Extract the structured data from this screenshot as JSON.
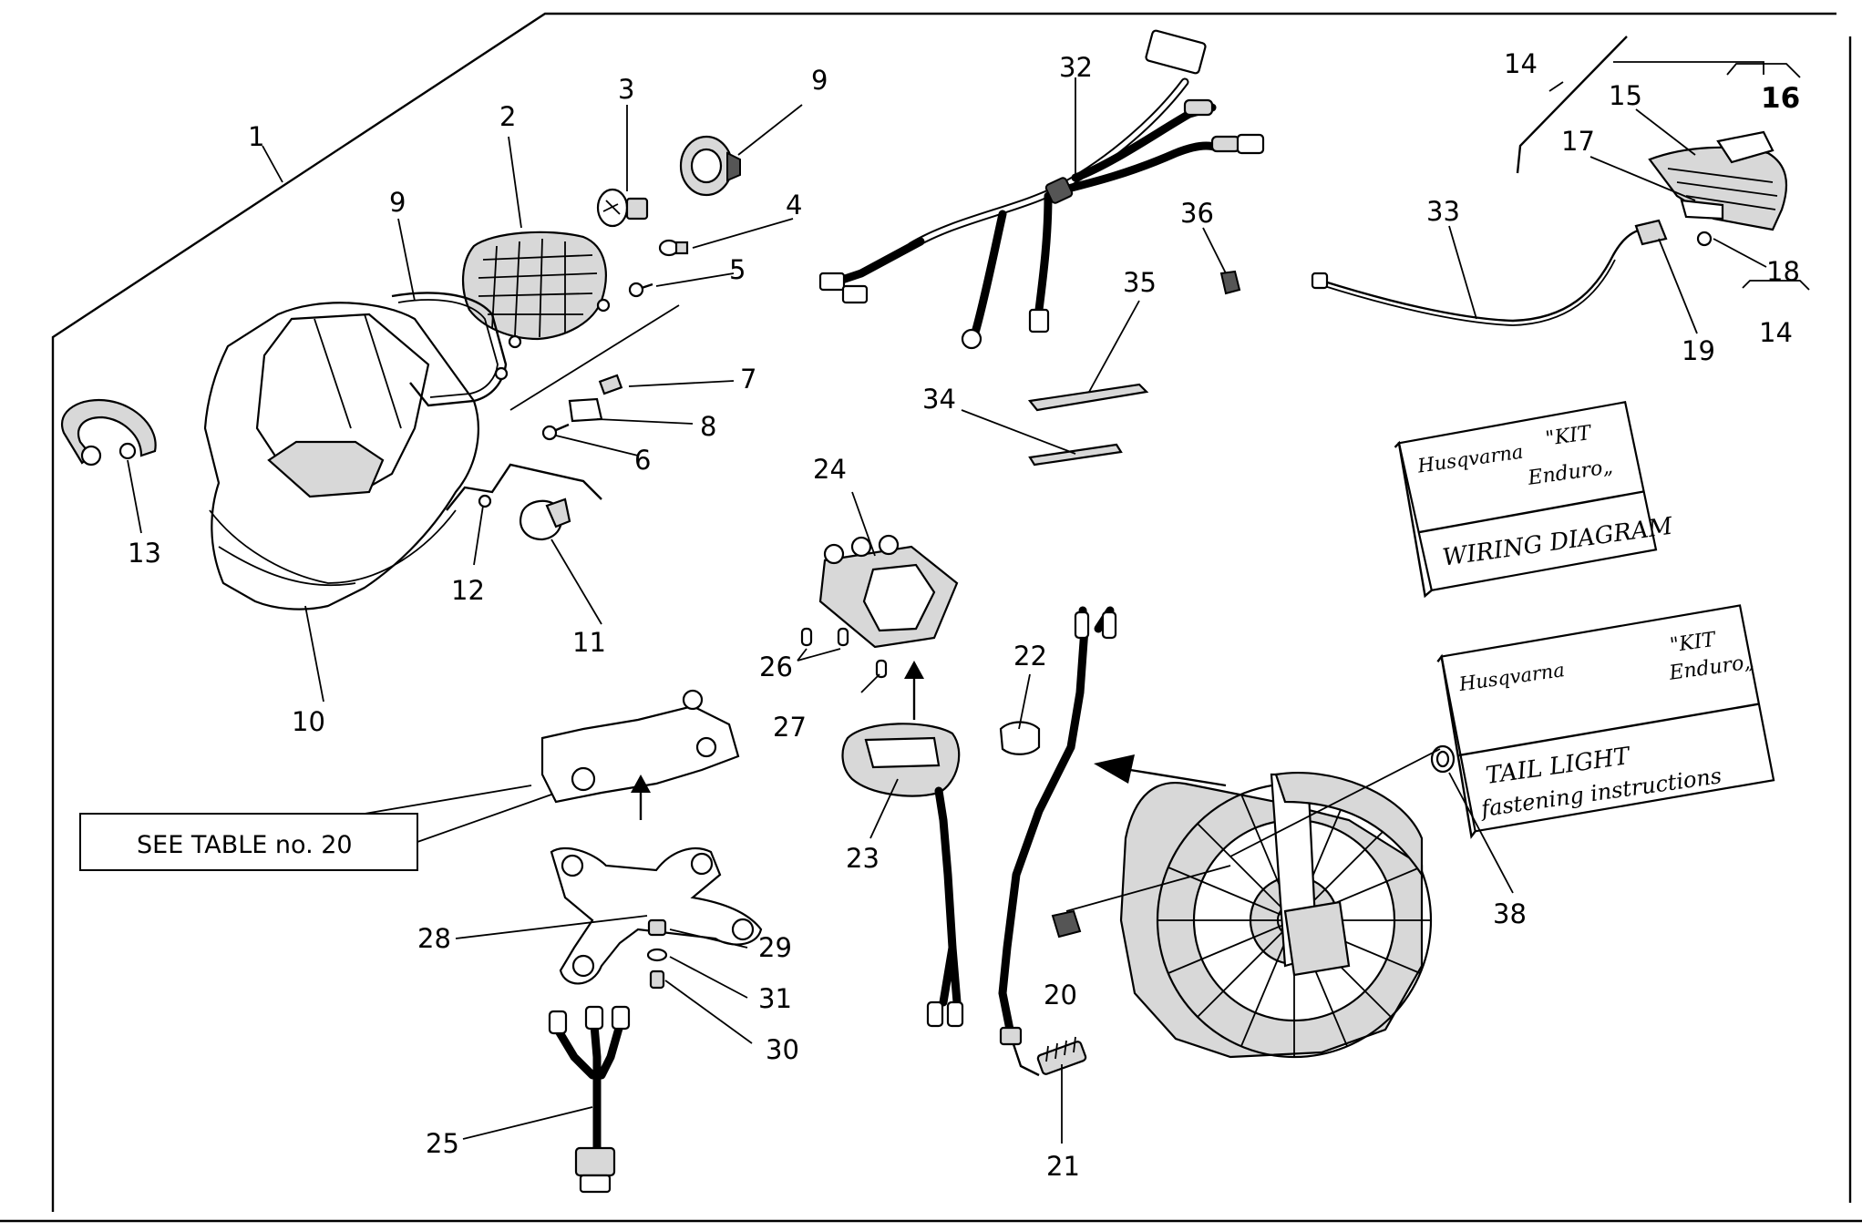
{
  "callouts": {
    "see_table": "SEE TABLE no. 20"
  },
  "booklets": {
    "wiring": {
      "brand": "Husqvarna",
      "kit_line1": "\"KIT",
      "kit_line2": "Enduro„",
      "title": "WIRING DIAGRAM"
    },
    "taillight": {
      "brand": "Husqvarna",
      "kit_line1": "\"KIT",
      "kit_line2": "Enduro„",
      "title_line1": "TAIL LIGHT",
      "title_line2": "fastening instructions"
    }
  },
  "labels": {
    "n1": "1",
    "n2": "2",
    "n3": "3",
    "n4": "4",
    "n5": "5",
    "n6": "6",
    "n7": "7",
    "n8": "8",
    "n9a": "9",
    "n9b": "9",
    "n10": "10",
    "n11": "11",
    "n12": "12",
    "n13": "13",
    "n14a": "14",
    "n14b": "14",
    "n15": "15",
    "n16": "16",
    "n17": "17",
    "n18": "18",
    "n19": "19",
    "n20": "20",
    "n21": "21",
    "n22": "22",
    "n23": "23",
    "n24": "24",
    "n25": "25",
    "n26": "26",
    "n27": "27",
    "n28": "28",
    "n29": "29",
    "n30": "30",
    "n31": "31",
    "n32": "32",
    "n33": "33",
    "n34": "34",
    "n35": "35",
    "n36": "36",
    "n38": "38"
  }
}
